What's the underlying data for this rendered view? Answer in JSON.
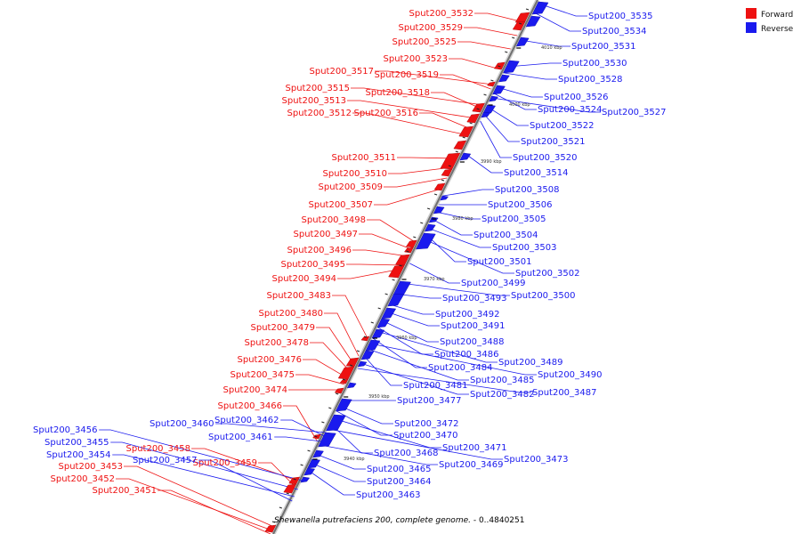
{
  "colors": {
    "forward": "#ee1111",
    "reverse": "#1a1aee",
    "axis_light": "#cfcfcf",
    "axis_dark": "#707070"
  },
  "legend": {
    "forward": "Forward",
    "reverse": "Reverse"
  },
  "caption": {
    "organism": "Shewanella putrefaciens 200, complete genome.",
    "range": " - 0..4840251"
  },
  "ticks": [
    "4010 kbp",
    "4000 kbp",
    "3990 kbp",
    "3980 kbp",
    "3970 kbp",
    "3960 kbp",
    "3950 kbp",
    "3940 kbp"
  ],
  "forward_genes": [
    "Sput200_3532",
    "Sput200_3529",
    "Sput200_3525",
    "Sput200_3523",
    "Sput200_3517",
    "Sput200_3519",
    "Sput200_3515",
    "Sput200_3518",
    "Sput200_3513",
    "Sput200_3516",
    "Sput200_3512",
    "Sput200_3511",
    "Sput200_3510",
    "Sput200_3509",
    "Sput200_3507",
    "Sput200_3498",
    "Sput200_3497",
    "Sput200_3496",
    "Sput200_3495",
    "Sput200_3494",
    "Sput200_3483",
    "Sput200_3480",
    "Sput200_3479",
    "Sput200_3478",
    "Sput200_3476",
    "Sput200_3475",
    "Sput200_3474",
    "Sput200_3466",
    "Sput200_3458",
    "Sput200_3459",
    "Sput200_3453",
    "Sput200_3452",
    "Sput200_3451"
  ],
  "reverse_genes": [
    "Sput200_3535",
    "Sput200_3534",
    "Sput200_3531",
    "Sput200_3530",
    "Sput200_3528",
    "Sput200_3526",
    "Sput200_3524",
    "Sput200_3527",
    "Sput200_3522",
    "Sput200_3521",
    "Sput200_3520",
    "Sput200_3514",
    "Sput200_3508",
    "Sput200_3506",
    "Sput200_3505",
    "Sput200_3504",
    "Sput200_3503",
    "Sput200_3501",
    "Sput200_3502",
    "Sput200_3499",
    "Sput200_3500",
    "Sput200_3493",
    "Sput200_3492",
    "Sput200_3491",
    "Sput200_3488",
    "Sput200_3486",
    "Sput200_3489",
    "Sput200_3484",
    "Sput200_3490",
    "Sput200_3485",
    "Sput200_3481",
    "Sput200_3482",
    "Sput200_3487",
    "Sput200_3477",
    "Sput200_3472",
    "Sput200_3470",
    "Sput200_3460",
    "Sput200_3462",
    "Sput200_3461",
    "Sput200_3471",
    "Sput200_3456",
    "Sput200_3455",
    "Sput200_3468",
    "Sput200_3473",
    "Sput200_3454",
    "Sput200_3457",
    "Sput200_3469",
    "Sput200_3465",
    "Sput200_3464",
    "Sput200_3463"
  ]
}
